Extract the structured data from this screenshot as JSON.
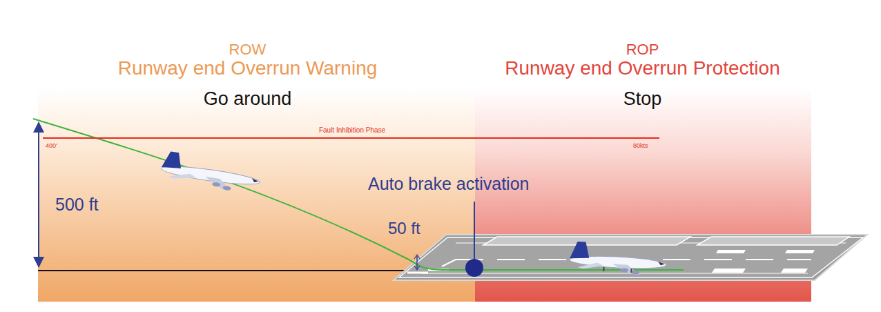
{
  "diagram": {
    "nodes": [
      {
        "text": [
          "ROW",
          "Runway end Overrun Warning",
          "Go around"
        ]
      },
      {
        "text": [
          "ROP",
          "Runway end Overrun Protection",
          "Stop"
        ]
      }
    ],
    "labels": [
      "Fault Inhibition Phase",
      "400'",
      "80kts",
      "500 ft",
      "Auto brake activation",
      "50 ft"
    ]
  }
}
